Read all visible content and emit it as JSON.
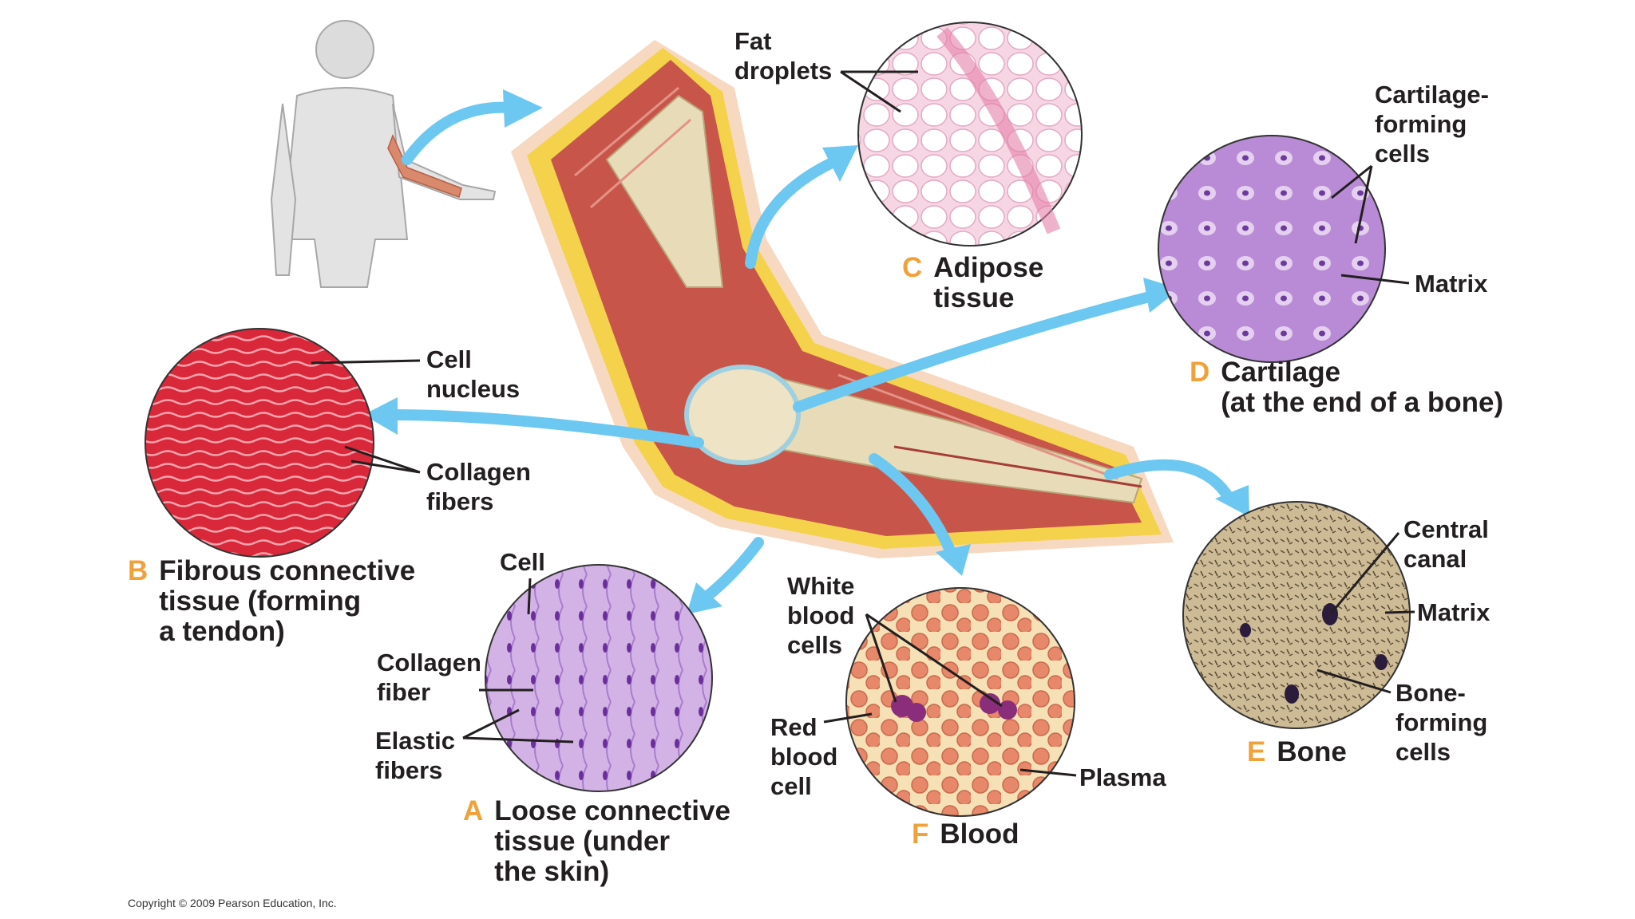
{
  "colors": {
    "arrow": "#6cc8f0",
    "letter_accent": "#f0a23a",
    "label_text": "#231f20",
    "muscle": "#c8554a",
    "fat": "#f4d24c",
    "bone": "#e8dcb8",
    "skin": "#f7d9c2"
  },
  "icons": [
    "human-figure-icon",
    "elbow-cross-section-icon"
  ],
  "panels": {
    "a": {
      "letter": "A",
      "title": "Loose connective\ntissue (under\nthe skin)",
      "labels": {
        "cell": "Cell",
        "collagen_fiber": "Collagen\nfiber",
        "elastic_fibers": "Elastic\nfibers"
      }
    },
    "b": {
      "letter": "B",
      "title": "Fibrous connective\ntissue (forming\na tendon)",
      "labels": {
        "cell_nucleus": "Cell\nnucleus",
        "collagen_fibers": "Collagen\nfibers"
      }
    },
    "c": {
      "letter": "C",
      "title": "Adipose\ntissue",
      "labels": {
        "fat_droplets": "Fat\ndroplets"
      }
    },
    "d": {
      "letter": "D",
      "title": "Cartilage\n(at the end of a bone)",
      "labels": {
        "cartilage_forming_cells": "Cartilage-\nforming\ncells",
        "matrix": "Matrix"
      }
    },
    "e": {
      "letter": "E",
      "title": "Bone",
      "labels": {
        "central_canal": "Central\ncanal",
        "matrix": "Matrix",
        "bone_forming_cells": "Bone-\nforming\ncells"
      }
    },
    "f": {
      "letter": "F",
      "title": "Blood",
      "labels": {
        "white_blood_cells": "White\nblood\ncells",
        "red_blood_cell": "Red\nblood\ncell",
        "plasma": "Plasma"
      }
    }
  },
  "copyright": "Copyright © 2009 Pearson Education, Inc."
}
